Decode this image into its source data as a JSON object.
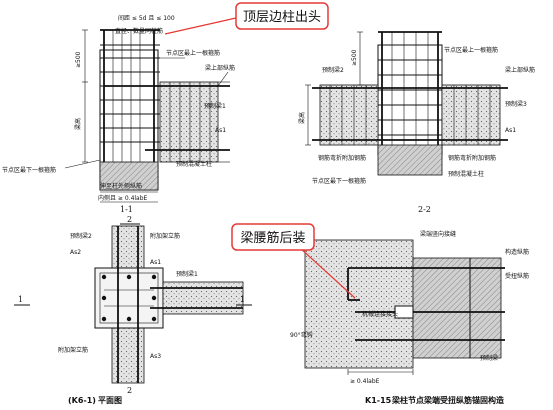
{
  "callouts": {
    "top_column": "顶层边柱出头",
    "beam_waist_bar": "梁腰筋后装"
  },
  "section_1_1": {
    "top_note_1": "间距 ≤ 5d 且 ≤ 100",
    "top_note_2": "直径、数量同柱筋",
    "dim_top": "≥500",
    "dim_left": "梁高",
    "label_joint_top_stirrup": "节点区最上一根箍筋",
    "label_beam_top_bar": "梁上部纵筋",
    "label_precast_beam_1": "预制梁1",
    "label_as1": "As1",
    "label_joint_bottom_stirrup": "节点区最下一根箍筋",
    "label_precast_column": "预制混凝土柱",
    "label_outer_bar": "伸至柱外侧纵筋",
    "label_inner": "内侧且 ≥ 0.4labE",
    "title": "1-1"
  },
  "section_2_2": {
    "dim_top": "≥500",
    "dim_left": "梁高",
    "label_precast_beam_2": "预制梁2",
    "label_joint_top_stirrup": "节点区最上一根箍筋",
    "label_beam_top_bar": "梁上部纵筋",
    "label_precast_beam_3": "预制梁3",
    "label_as1": "As1",
    "label_anchor_plate_l": "钢筋弯折附加钢筋",
    "label_anchor_plate_r": "钢筋弯折附加钢筋",
    "label_joint_bottom_stirrup": "节点区最下一根箍筋",
    "label_precast_column": "预制混凝土柱",
    "title": "2-2"
  },
  "plan": {
    "mark_top": "2",
    "label_precast_beam_2": "预制梁2",
    "label_tie_top": "附加架立筋",
    "label_as2": "As2",
    "label_as1": "As1",
    "label_precast_beam_1": "预制梁1",
    "label_tie_bottom": "附加架立筋",
    "label_as3": "As3",
    "mark_left": "1",
    "mark_right": "1",
    "mark_bottom": "2",
    "title_code": "(K6-1)",
    "title": "平面图"
  },
  "detail": {
    "label_vertical_joint": "梁端竖向接缝",
    "label_column_bar": "构造纵筋",
    "label_stress_bar": "受扭纵筋",
    "label_coupler": "机械连接接头",
    "label_hook": "90°弯钩",
    "label_precast_beam": "预制梁",
    "dim_bottom": "≥ 0.4labE",
    "title_code": "K1-15",
    "title": "梁柱节点梁端受扭纵筋锚固构造"
  }
}
